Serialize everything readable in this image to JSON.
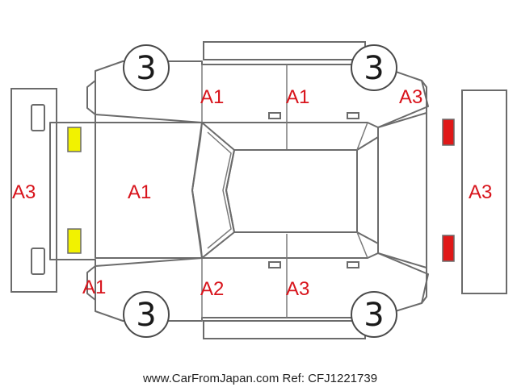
{
  "colors": {
    "damage_text": "#d8141c",
    "lamp_front": "#f2f200",
    "lamp_rear": "#e01818",
    "outline": "#6b6b6b"
  },
  "tires": {
    "front_left": "3",
    "rear_left": "3",
    "front_right": "3",
    "rear_right": "3"
  },
  "damage": {
    "front_bumper": "A3",
    "hood": "A1",
    "front_left_corner": "A1",
    "front_door_top": "A1",
    "rear_door_top": "A1",
    "rear_top_corner": "A3",
    "rear_bumper": "A3",
    "front_door_bottom": "A2",
    "rear_door_bottom": "A3"
  },
  "lamps": {
    "front": "yellow",
    "rear": "red"
  },
  "footer": {
    "text": "www.CarFromJapan.com Ref: CFJ1221739"
  }
}
